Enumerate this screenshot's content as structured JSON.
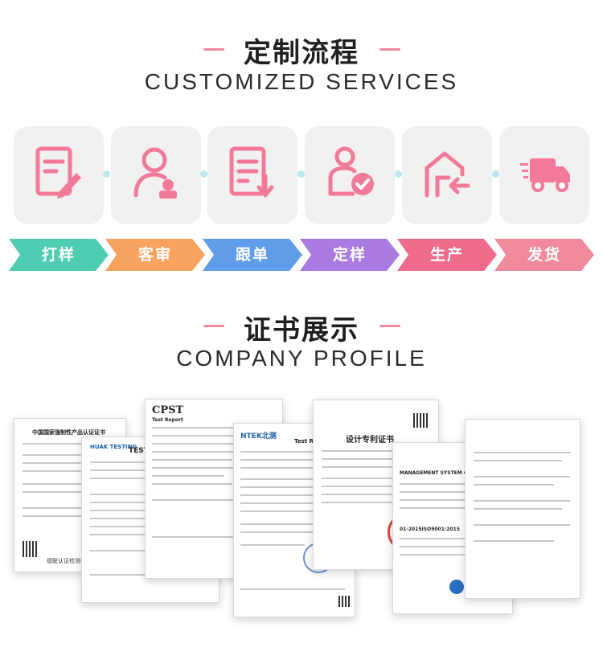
{
  "section1": {
    "title_cn": "定制流程",
    "title_en": "CUSTOMIZED SERVICES"
  },
  "process_steps": [
    {
      "label": "打样",
      "icon": "document-edit-icon",
      "color": "#4ecdb2"
    },
    {
      "label": "客审",
      "icon": "customer-review-icon",
      "color": "#f7a25e"
    },
    {
      "label": "跟单",
      "icon": "order-tracking-icon",
      "color": "#5f9de8"
    },
    {
      "label": "定样",
      "icon": "sample-confirm-icon",
      "color": "#a97be0"
    },
    {
      "label": "生产",
      "icon": "factory-icon",
      "color": "#ee6b8c"
    },
    {
      "label": "发货",
      "icon": "delivery-truck-icon",
      "color": "#f08a9c"
    }
  ],
  "section2": {
    "title_cn": "证书展示",
    "title_en": "COMPANY PROFILE"
  },
  "certificates": [
    {
      "title": "中国国家强制性产品认证证书",
      "footer": "德联认证检测有限公司"
    },
    {
      "title": "HUAK TESTING",
      "subtitle": "TEST R"
    },
    {
      "title": "CPST",
      "subtitle": "Test Report"
    },
    {
      "title": "NTEK北测",
      "subtitle": "Test Report"
    },
    {
      "title": "设计专利证书"
    },
    {
      "title": "MANAGEMENT SYSTEM CERTIFICATE",
      "number": "01-2015ISO9001:2015"
    }
  ],
  "colors": {
    "accent_pink": "#f08a9c",
    "icon_pink": "#f27a98",
    "card_bg": "#f1f1f1",
    "connector_dot": "#bfe8ee"
  }
}
